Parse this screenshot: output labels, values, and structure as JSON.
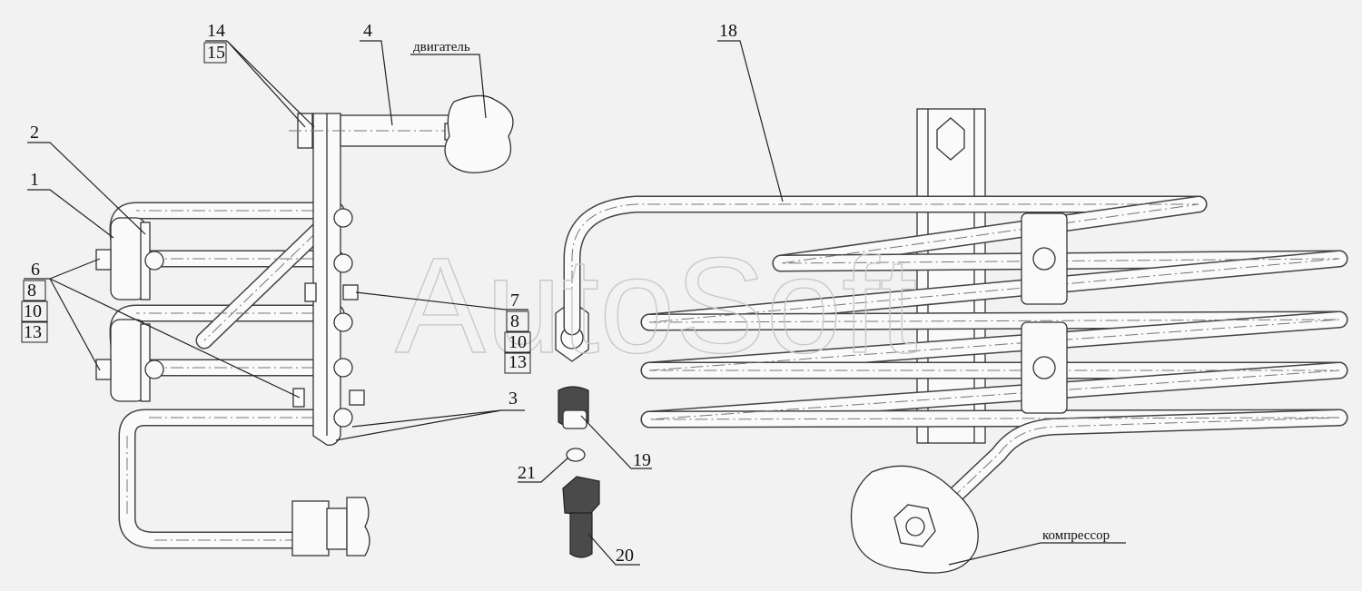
{
  "watermark": "AutoSoft",
  "callouts": {
    "c1": "1",
    "c2": "2",
    "c3": "3",
    "c4": "4",
    "c6_group": [
      "6",
      "8",
      "10",
      "13"
    ],
    "c7_group": [
      "7",
      "8",
      "10",
      "13"
    ],
    "c14_group": [
      "14",
      "15"
    ],
    "c18": "18",
    "c19": "19",
    "c20": "20",
    "c21": "21"
  },
  "labels": {
    "engine": "двигатель",
    "compressor": "компрессор"
  },
  "colors": {
    "background": "#f2f2f2",
    "outline": "#333333",
    "watermark": "#c8c8c8"
  }
}
